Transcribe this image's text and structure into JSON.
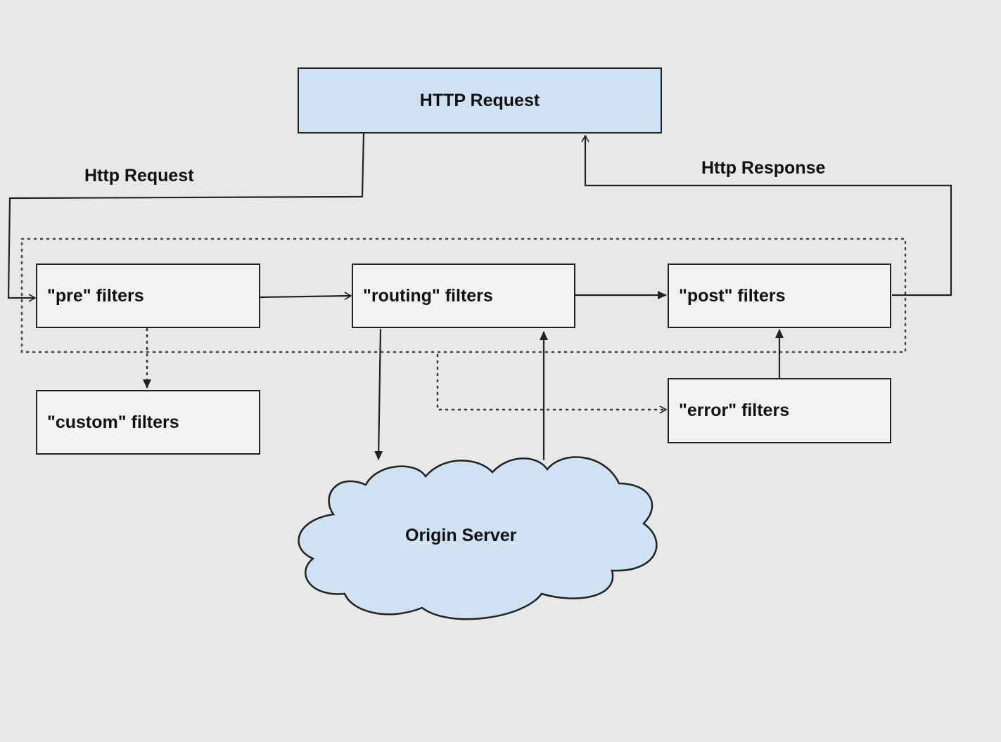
{
  "nodes": {
    "http_request_box": "HTTP Request",
    "pre": "\"pre\" filters",
    "routing": "\"routing\" filters",
    "post": "\"post\" filters",
    "custom": "\"custom\" filters",
    "error": "\"error\" filters",
    "origin": "Origin Server"
  },
  "edges": {
    "request_label": "Http Request",
    "response_label": "Http Response"
  },
  "colors": {
    "background": "#e8e8e8",
    "box_fill": "#f2f2f2",
    "accent_fill": "#cfe2f3",
    "stroke": "#222222"
  }
}
